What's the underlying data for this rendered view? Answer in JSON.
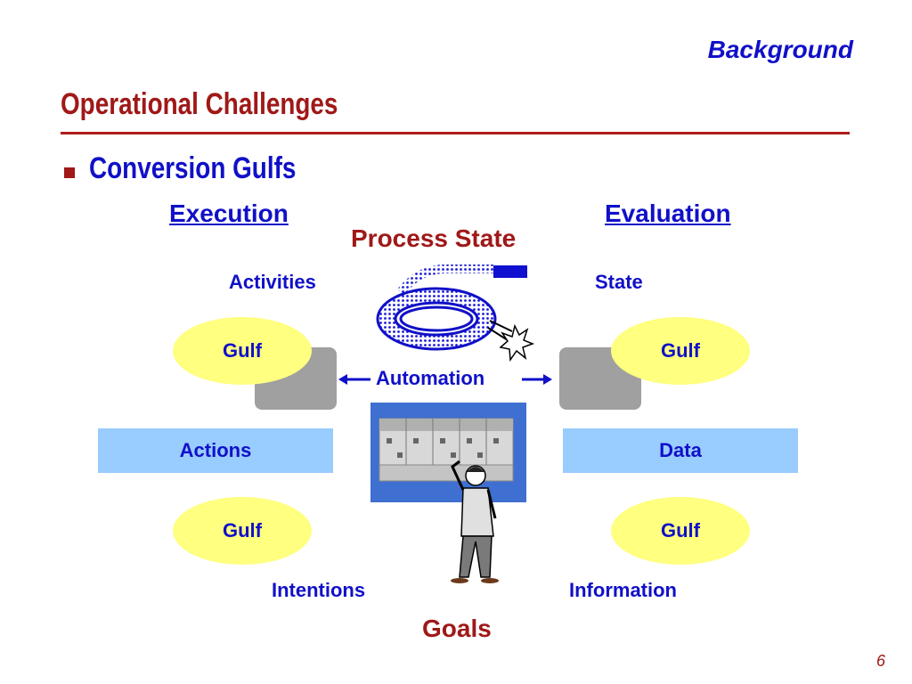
{
  "header": {
    "section_tag": "Background",
    "title": "Operational Challenges"
  },
  "bullet": {
    "text": "Conversion Gulfs"
  },
  "diagram": {
    "execution_heading": "Execution",
    "evaluation_heading": "Evaluation",
    "process_state": "Process State",
    "activities": "Activities",
    "state": "State",
    "automation": "Automation",
    "gulfs": [
      "Gulf",
      "Gulf",
      "Gulf",
      "Gulf"
    ],
    "actions": "Actions",
    "data": "Data",
    "intentions": "Intentions",
    "information": "Information",
    "goals": "Goals",
    "colors": {
      "blue_text": "#1010c8",
      "dark_red": "#a01818",
      "gulf_fill": "#ffff80",
      "band_fill": "#99ccff",
      "grey_box": "#a0a0a0"
    }
  },
  "footer": {
    "page_number": "6"
  }
}
